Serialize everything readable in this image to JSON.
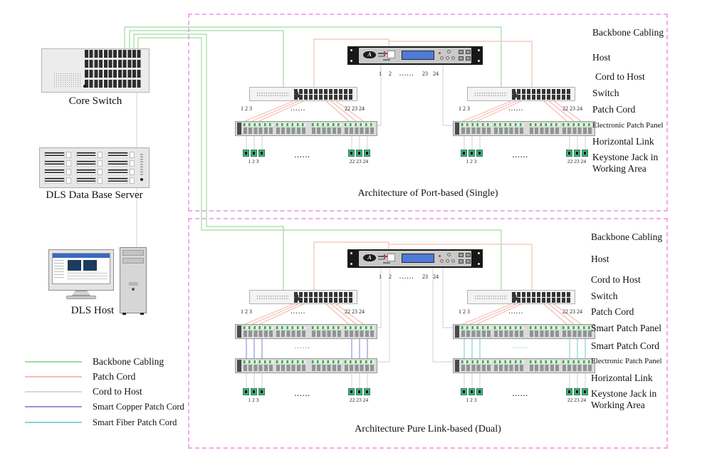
{
  "colors": {
    "backbone": "#9edc9e",
    "patch_cord": "#f5bdb2",
    "cord_to_host": "#d8d8d8",
    "smart_copper": "#9393dd",
    "smart_fiber": "#85d6d6",
    "box_border": "#f4a9ef"
  },
  "devices": {
    "core_switch": {
      "label": "Core Switch"
    },
    "db_server": {
      "label": "DLS Data Base Server"
    },
    "dls_host": {
      "label": "DLS Host"
    },
    "host_logo": "A"
  },
  "legend": {
    "items": [
      {
        "label": "Backbone Cabling"
      },
      {
        "label": "Patch Cord"
      },
      {
        "label": "Cord to Host"
      },
      {
        "label": "Smart Copper Patch Cord"
      },
      {
        "label": "Smart Fiber Patch Cord"
      }
    ]
  },
  "numbers": {
    "switch_left": "1 2 3",
    "switch_right": "22 23 24",
    "dots": "......",
    "host_p1": "1",
    "host_p2": "2",
    "host_p23": "23",
    "host_p24": "24",
    "keystone_left": "1 2 3",
    "keystone_right": "22 23 24"
  },
  "diagram_single": {
    "title": "Architecture of Port-based (Single)",
    "side_labels": [
      "Backbone Cabling",
      "Host",
      "Cord to Host",
      "Switch",
      "Patch Cord",
      "Electronic Patch Panel",
      "Horizontal Link",
      "Keystone Jack in",
      "Working Area"
    ]
  },
  "diagram_dual": {
    "title": "Architecture Pure Link-based (Dual)",
    "side_labels": [
      "Backbone Cabling",
      "Host",
      "Cord to Host",
      "Switch",
      "Patch Cord",
      "Smart Patch Panel",
      "Smart Patch Cord",
      "Electronic Patch Panel",
      "Horizontal Link",
      "Keystone Jack in",
      "Working Area"
    ]
  }
}
